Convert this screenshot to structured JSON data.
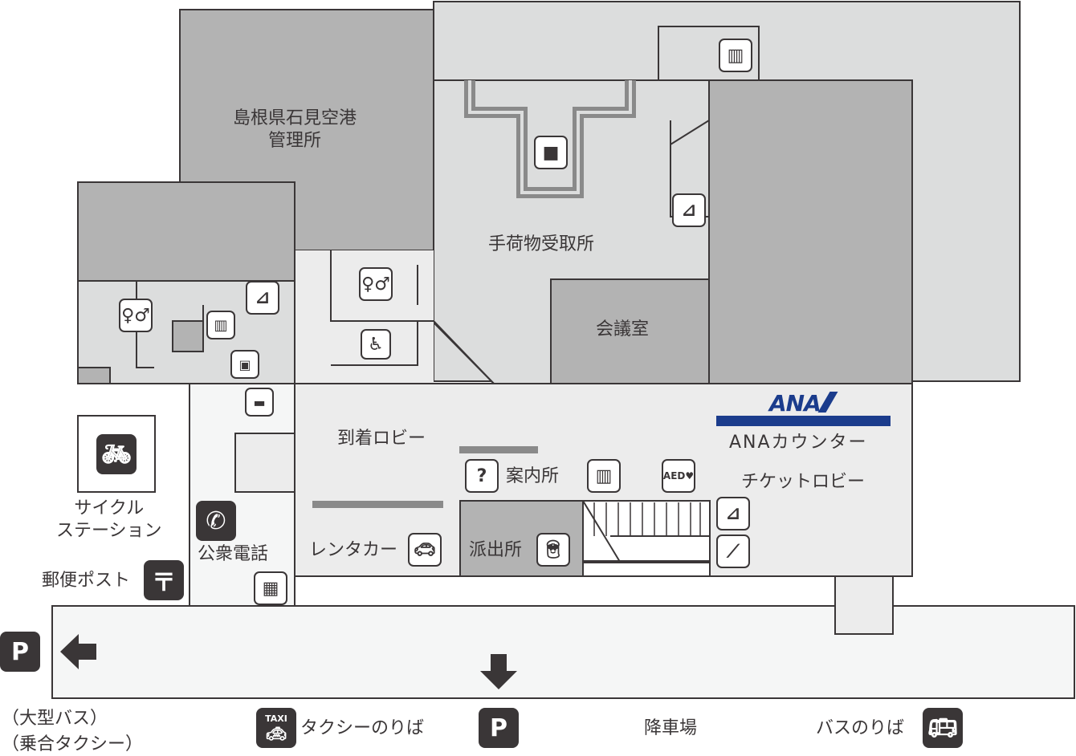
{
  "map": {
    "rooms": {
      "admin_office": "島根県石見空港\n管理所",
      "admin_office_line1": "島根県石見空港",
      "admin_office_line2": "管理所",
      "baggage_claim": "手荷物受取所",
      "meeting_room": "会議室",
      "arrival_lobby": "到着ロビー",
      "information": "案内所",
      "police_box": "派出所",
      "rental_car": "レンタカー",
      "ana_counter": "ANAカウンター",
      "ticket_lobby": "チケットロビー",
      "public_phone": "公衆電話",
      "post_box": "郵便ポスト",
      "cycle_station_line1": "サイクル",
      "cycle_station_line2": "ステーション"
    },
    "bottom": {
      "large_bus": "（大型バス）",
      "shared_taxi": "（乗合タクシー）",
      "taxi_stand": "タクシーのりば",
      "drop_off": "降車場",
      "bus_stop": "バスのりば",
      "taxi_badge": "TAXI",
      "parking": "P"
    },
    "brand": {
      "ana_logo": "ANA",
      "ana_color": "#1b3c8c"
    },
    "icons": [
      "toilet-icon",
      "elevator-icon",
      "stairs-icon",
      "escalator-icon",
      "accessible-toilet-icon",
      "locker-icon",
      "smoking-icon",
      "baggage-icon",
      "information-icon",
      "aed-icon",
      "police-icon",
      "rental-car-icon",
      "vending-machine-icon",
      "bicycle-icon",
      "phone-icon",
      "post-icon",
      "parking-icon",
      "taxi-icon",
      "bus-icon",
      "arrow-left-icon",
      "arrow-down-icon"
    ],
    "colors": {
      "room_dark": "#b3b3b3",
      "room_light": "#dcdddd",
      "lobby": "#ececec",
      "road": "#f5f6f6",
      "ink": "#3a3637"
    }
  }
}
